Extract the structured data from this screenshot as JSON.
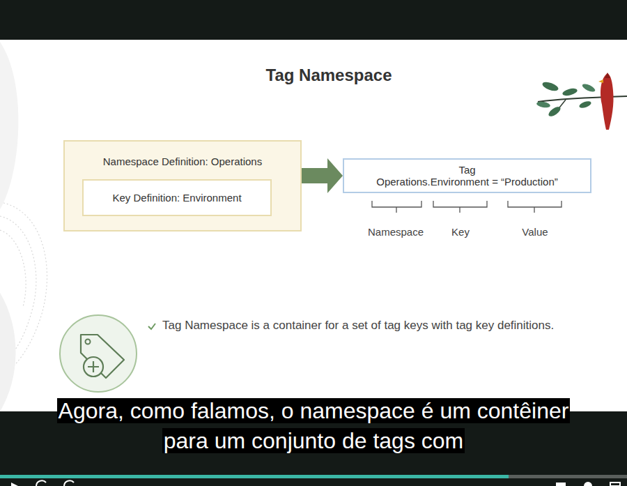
{
  "diagram": {
    "title": "Tag Namespace",
    "nodes": [
      {
        "text": [
          "Namespace Definition: Operations"
        ]
      },
      {
        "text": [
          "Key Definition: Environment"
        ],
        "in": 0
      },
      {
        "text": [
          "Tag",
          "Operations.Environment = “Production”"
        ]
      }
    ],
    "edges": [
      {
        "from": 0,
        "to": 2,
        "arrow": "to"
      }
    ],
    "labels": [
      "Namespace",
      "Key",
      "Value",
      "Tag Namespace is a container for a set of tag keys with tag key definitions.",
      "Agora, como falamos, o namespace é um contêiner para um conjunto de tags com"
    ]
  }
}
